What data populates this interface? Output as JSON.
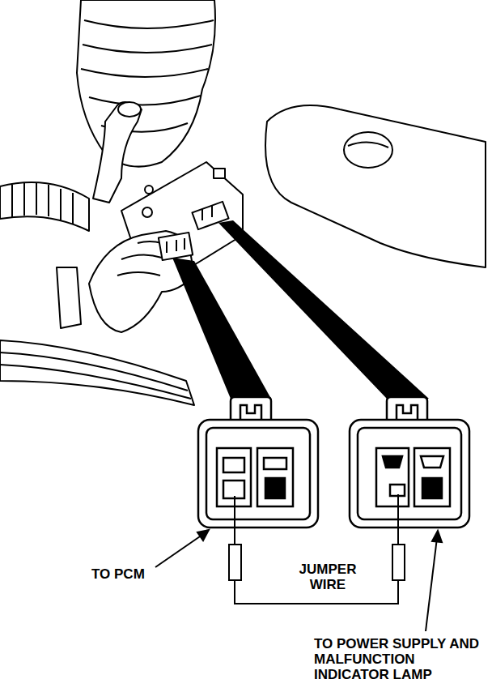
{
  "diagram": {
    "labels": [
      "TO PCM",
      "JUMPER WIRE",
      "TO POWER SUPPLY AND MALFUNCTION INDICATOR LAMP"
    ]
  }
}
